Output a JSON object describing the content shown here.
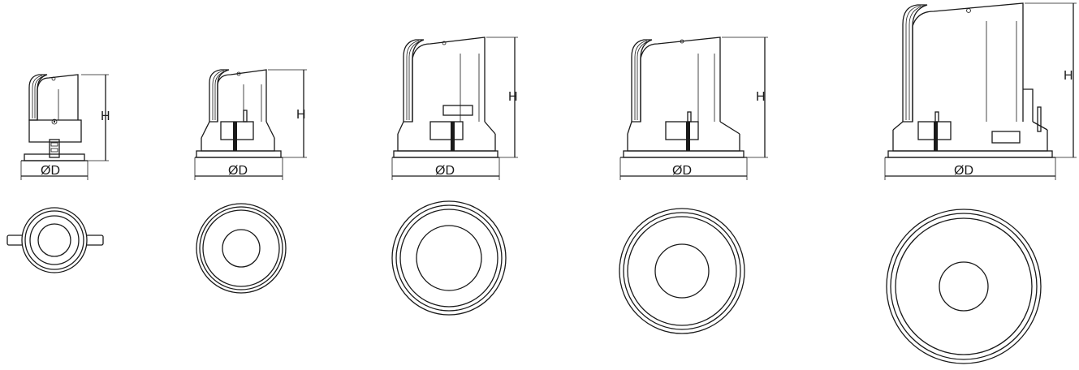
{
  "figure": {
    "fixtures": [
      {
        "id": "fixture-1",
        "dim_width": "ØD",
        "dim_height": "H"
      },
      {
        "id": "fixture-2",
        "dim_width": "ØD",
        "dim_height": "H"
      },
      {
        "id": "fixture-3",
        "dim_width": "ØD",
        "dim_height": "H"
      },
      {
        "id": "fixture-4",
        "dim_width": "ØD",
        "dim_height": "H"
      },
      {
        "id": "fixture-5",
        "dim_width": "ØD",
        "dim_height": "H"
      }
    ]
  }
}
